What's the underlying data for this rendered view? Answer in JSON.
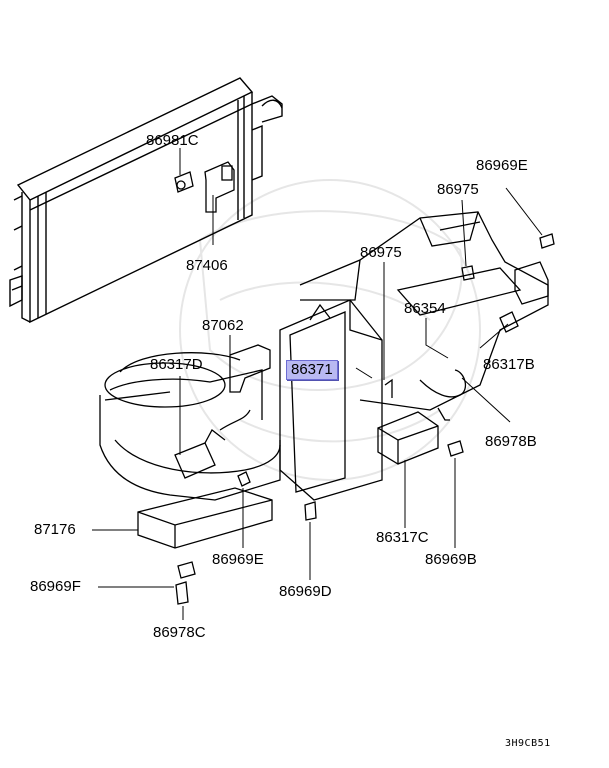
{
  "diagram": {
    "code": "3H9CB51",
    "highlighted_part": "86371",
    "parts": [
      {
        "id": "p86981C",
        "label": "86981C"
      },
      {
        "id": "p87406",
        "label": "87406"
      },
      {
        "id": "p86969E_top",
        "label": "86969E"
      },
      {
        "id": "p86975_a",
        "label": "86975"
      },
      {
        "id": "p86975_b",
        "label": "86975"
      },
      {
        "id": "p86354",
        "label": "86354"
      },
      {
        "id": "p86317B",
        "label": "86317B"
      },
      {
        "id": "p87062",
        "label": "87062"
      },
      {
        "id": "p86317D",
        "label": "86317D"
      },
      {
        "id": "p86371",
        "label": "86371"
      },
      {
        "id": "p86978B",
        "label": "86978B"
      },
      {
        "id": "p87176",
        "label": "87176"
      },
      {
        "id": "p86969E_bottom",
        "label": "86969E"
      },
      {
        "id": "p86317C",
        "label": "86317C"
      },
      {
        "id": "p86969B",
        "label": "86969B"
      },
      {
        "id": "p86969F",
        "label": "86969F"
      },
      {
        "id": "p86969D",
        "label": "86969D"
      },
      {
        "id": "p86978C",
        "label": "86978C"
      }
    ]
  }
}
